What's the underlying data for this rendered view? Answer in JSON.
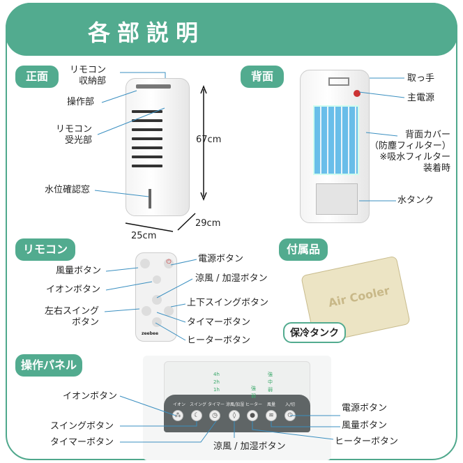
{
  "header": {
    "title": "各部説明"
  },
  "colors": {
    "accent": "#52ab8f",
    "line": "#3a8fc0"
  },
  "front": {
    "section": "正面",
    "labels": {
      "remote_storage": "リモコン\n収納部",
      "control": "操作部",
      "receiver": "リモコン\n受光部",
      "water_window": "水位確認窓"
    },
    "dims": {
      "height": "67cm",
      "width": "25cm",
      "depth": "29cm"
    }
  },
  "back": {
    "section": "背面",
    "labels": {
      "handle": "取っ手",
      "main_power": "主電源",
      "cover": "背面カバー\n（防塵フィルター）\n※吸水フィルター\n装着時",
      "tank": "水タンク"
    }
  },
  "remote": {
    "section": "リモコン",
    "labels": {
      "wind": "風量ボタン",
      "ion": "イオンボタン",
      "swing_lr": "左右スイング\nボタン",
      "power": "電源ボタン",
      "cool": "涼風 / 加湿ボタン",
      "swing_ud": "上下スイングボタン",
      "timer": "タイマーボタン",
      "heater": "ヒーターボタン"
    },
    "logo": "zeebee"
  },
  "accessory": {
    "section": "付属品",
    "item": "保冷タンク",
    "print": "Air Cooler"
  },
  "panel": {
    "section": "操作パネル",
    "labels": {
      "ion": "イオンボタン",
      "swing": "スイングボタン",
      "timer": "タイマーボタン",
      "cool": "涼風 / 加湿ボタン",
      "power": "電源ボタン",
      "wind": "風量ボタン",
      "heater": "ヒーターボタン"
    },
    "buttons": [
      "イオン",
      "スイング",
      "タイマー",
      "涼風/加湿",
      "ヒーター",
      "風量",
      "入/切"
    ],
    "timer_ind": [
      "4h",
      "2h",
      "1h"
    ],
    "heat_ind": [
      "強",
      "弱"
    ],
    "wind_ind": [
      "強",
      "中",
      "弱"
    ]
  }
}
